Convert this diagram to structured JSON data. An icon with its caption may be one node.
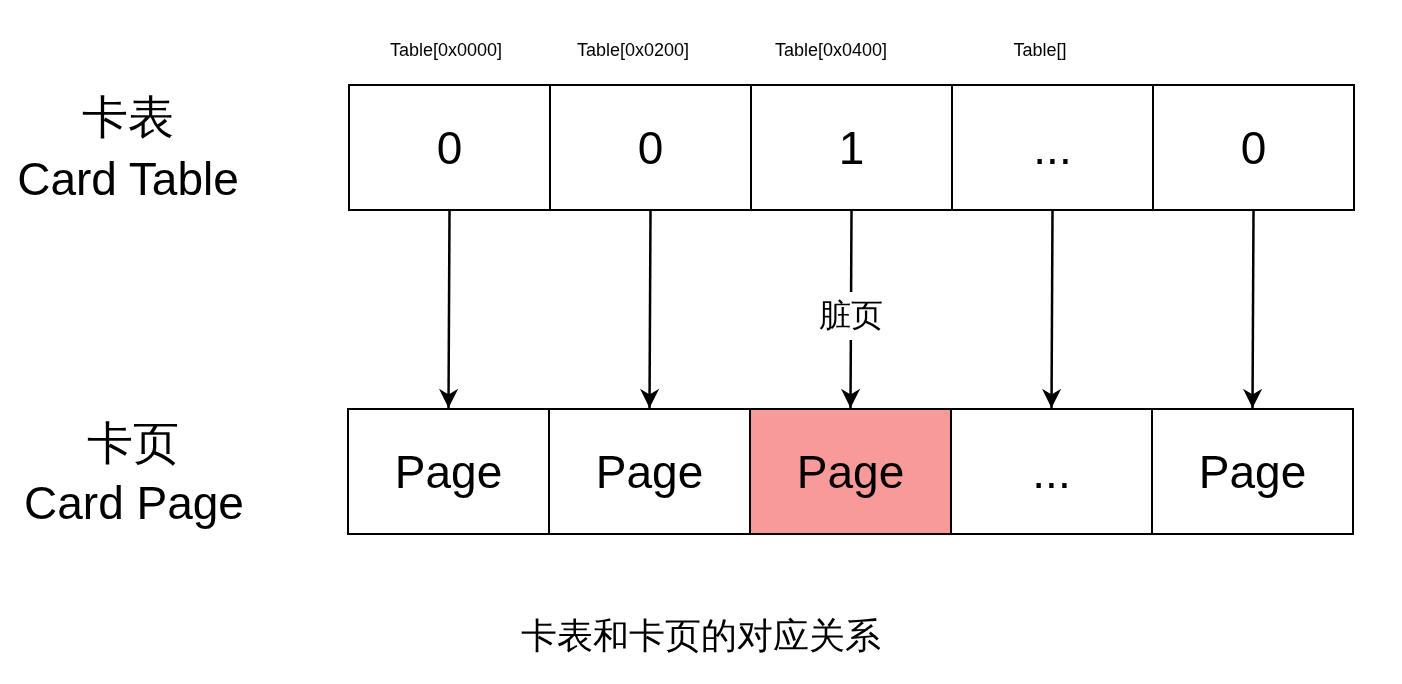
{
  "diagram": {
    "caption": "卡表和卡页的对应关系",
    "nodes": [
      {
        "text": [
          "0"
        ],
        "beside": [
          "Table[0x0000]"
        ]
      },
      {
        "text": [
          "0"
        ],
        "beside": [
          "Table[0x0200]"
        ]
      },
      {
        "text": [
          "1"
        ],
        "beside": [
          "Table[0x0400]"
        ]
      },
      {
        "text": [
          "..."
        ],
        "beside": [
          "Table[]"
        ]
      },
      {
        "text": [
          "0"
        ]
      },
      {
        "text": [
          "Page"
        ]
      },
      {
        "text": [
          "Page"
        ]
      },
      {
        "text": [
          "Page"
        ]
      },
      {
        "text": [
          "..."
        ]
      },
      {
        "text": [
          "Page"
        ]
      }
    ],
    "edges": [
      {
        "from": 0,
        "to": 5,
        "arrow": "to"
      },
      {
        "from": 1,
        "to": 6,
        "arrow": "to"
      },
      {
        "from": 2,
        "to": 7,
        "arrow": "to",
        "label": "脏页"
      },
      {
        "from": 3,
        "to": 8,
        "arrow": "to"
      },
      {
        "from": 4,
        "to": 9,
        "arrow": "to"
      }
    ],
    "labels": [
      "卡表",
      "Card Table",
      "卡页",
      "Card Page"
    ]
  }
}
